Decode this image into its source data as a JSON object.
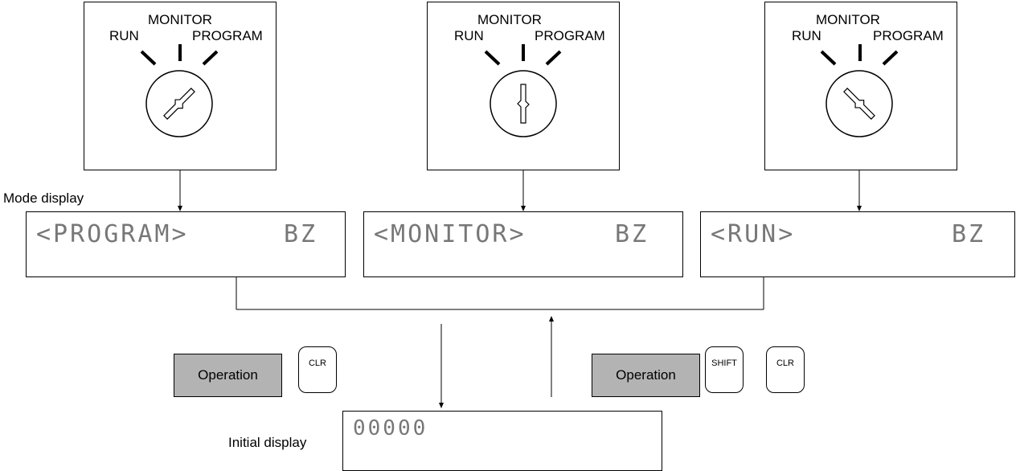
{
  "switches": [
    {
      "monitor_label": "MONITOR",
      "run_label": "RUN",
      "program_label": "PROGRAM",
      "position": "PROGRAM"
    },
    {
      "monitor_label": "MONITOR",
      "run_label": "RUN",
      "program_label": "PROGRAM",
      "position": "MONITOR"
    },
    {
      "monitor_label": "MONITOR",
      "run_label": "RUN",
      "program_label": "PROGRAM",
      "position": "RUN"
    }
  ],
  "mode_display_label": "Mode display",
  "displays": [
    {
      "text": "<PROGRAM>",
      "suffix": "BZ"
    },
    {
      "text": "<MONITOR>",
      "suffix": "BZ"
    },
    {
      "text": "<RUN>",
      "suffix": "BZ"
    }
  ],
  "left_operation": {
    "label": "Operation",
    "keys": [
      "CLR"
    ]
  },
  "right_operation": {
    "label": "Operation",
    "keys": [
      "SHIFT",
      "CLR"
    ]
  },
  "initial_display": {
    "label": "Initial display",
    "text": "00000"
  }
}
